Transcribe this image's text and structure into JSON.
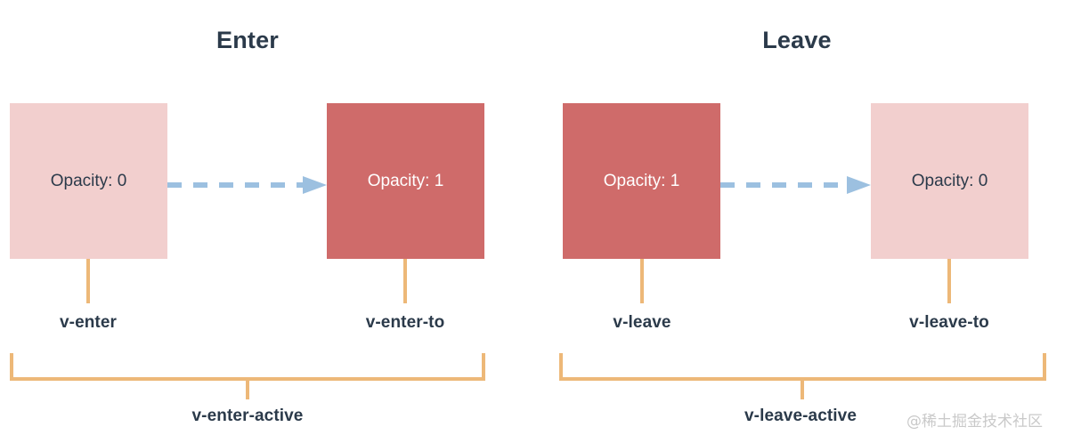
{
  "diagram": {
    "title_enter": "Enter",
    "title_leave": "Leave",
    "watermark": "@稀土掘金技术社区",
    "colors": {
      "box_faded": "#f2cfce",
      "box_solid": "#cf6b6a",
      "arrow": "#9cc0e0",
      "bracket": "#edb878",
      "text_dark": "#2b3a4a",
      "text_light": "#ffffff",
      "watermark": "#c9c9c9",
      "background": "#ffffff"
    },
    "enter": {
      "title": "Enter",
      "from_box": {
        "label": "Opacity: 0",
        "state": "faded",
        "opacity": 0
      },
      "to_box": {
        "label": "Opacity: 1",
        "state": "solid",
        "opacity": 1
      },
      "from_class": "v-enter",
      "to_class": "v-enter-to",
      "active_class": "v-enter-active",
      "arrow_icon": "dashed-arrow-right-icon"
    },
    "leave": {
      "title": "Leave",
      "from_box": {
        "label": "Opacity: 1",
        "state": "solid",
        "opacity": 1
      },
      "to_box": {
        "label": "Opacity: 0",
        "state": "faded",
        "opacity": 0
      },
      "from_class": "v-leave",
      "to_class": "v-leave-to",
      "active_class": "v-leave-active",
      "arrow_icon": "dashed-arrow-right-icon"
    }
  }
}
